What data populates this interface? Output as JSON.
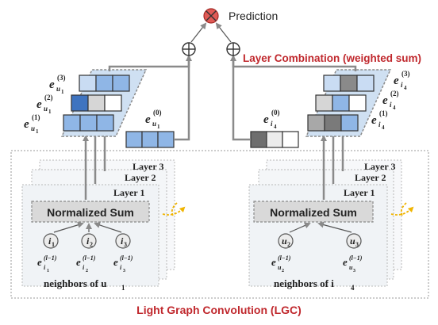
{
  "header": {
    "prediction_label": "Prediction",
    "layer_combination_label": "Layer Combination (weighted sum)"
  },
  "left": {
    "user_label": "u",
    "user_subscript": "1",
    "emb_layers": [
      "(3)",
      "(2)",
      "(1)"
    ],
    "emb0": "(0)",
    "layer_titles": [
      "Layer 3",
      "Layer 2",
      "Layer 1"
    ],
    "normalized_sum": "Normalized Sum",
    "neighbors": [
      {
        "node": "i",
        "sub": "1",
        "emb_base": "e",
        "emb_sup": "(l−1)",
        "emb_sub_letter": "i",
        "emb_sub_num": "1"
      },
      {
        "node": "i",
        "sub": "2",
        "emb_base": "e",
        "emb_sup": "(l−1)",
        "emb_sub_letter": "i",
        "emb_sub_num": "2"
      },
      {
        "node": "i",
        "sub": "3",
        "emb_base": "e",
        "emb_sup": "(l−1)",
        "emb_sub_letter": "i",
        "emb_sub_num": "3"
      }
    ],
    "neighbors_label": "neighbors of u",
    "neighbors_label_sub": "1"
  },
  "right": {
    "item_label": "i",
    "item_subscript": "4",
    "emb_layers": [
      "(3)",
      "(2)",
      "(1)"
    ],
    "emb0": "(0)",
    "layer_titles": [
      "Layer 3",
      "Layer 2",
      "Layer 1"
    ],
    "normalized_sum": "Normalized Sum",
    "neighbors": [
      {
        "node": "u",
        "sub": "2",
        "emb_base": "e",
        "emb_sup": "(l−1)",
        "emb_sub_letter": "u",
        "emb_sub_num": "2"
      },
      {
        "node": "u",
        "sub": "3",
        "emb_base": "e",
        "emb_sup": "(l−1)",
        "emb_sub_letter": "u",
        "emb_sub_num": "3"
      }
    ],
    "neighbors_label": "neighbors of i",
    "neighbors_label_sub": "4"
  },
  "footer": {
    "lgc_label": "Light Graph Convolution (LGC)"
  },
  "colors": {
    "accent_red": "#c0282d",
    "arrow_gray": "#8a8a8a",
    "blue_dark": "#4a7fc8",
    "blue_mid": "#8fb6e6",
    "blue_light": "#c9dcf3",
    "gray_dark": "#7a7a7a",
    "gray_mid": "#a8a8a8",
    "gray_light": "#d6d6d6",
    "panel_bg": "#f2f5f8",
    "parallelogram_fill": "#cfe0f2",
    "orange": "#f0b400"
  }
}
